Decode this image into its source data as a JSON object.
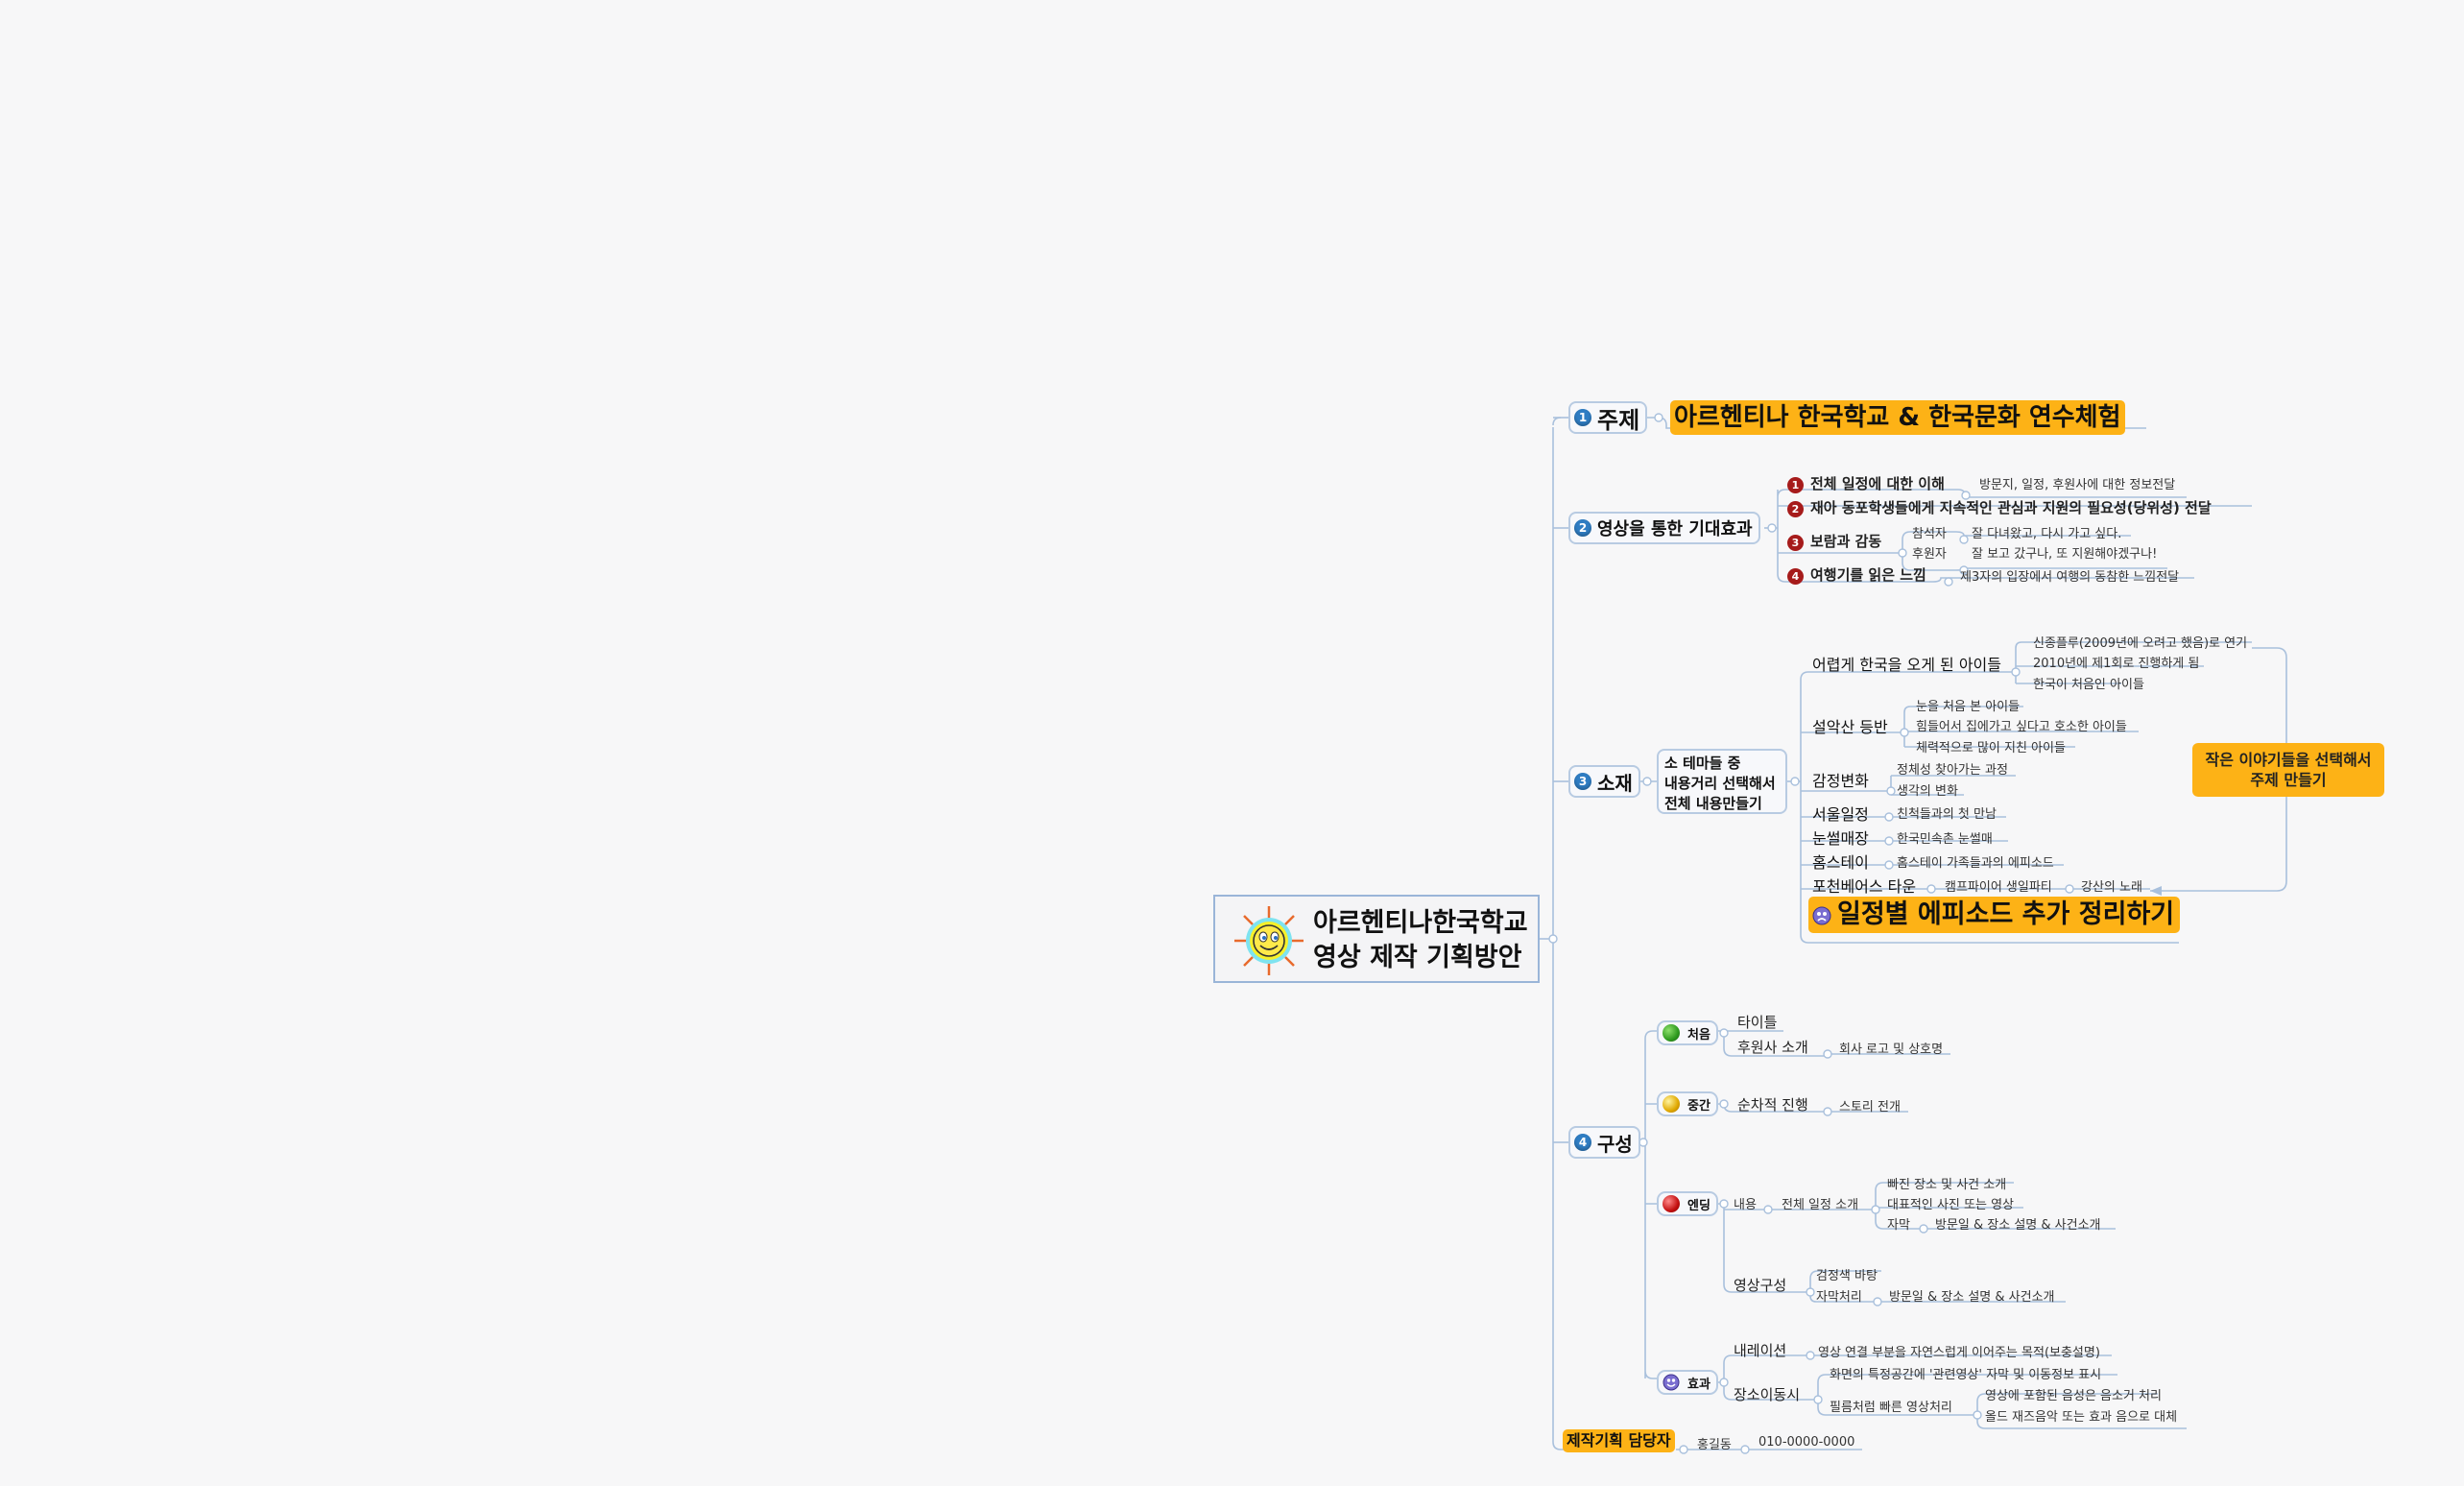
{
  "mindmap": {
    "root": {
      "line1": "아르헨티나한국학교",
      "line2": "영상 제작 기획방안",
      "icon": "smiling-sun-icon"
    },
    "topic1": {
      "num": "1",
      "label": "주제",
      "value": "아르헨티나 한국학교 & 한국문화 연수체험"
    },
    "topic2": {
      "num": "2",
      "label": "영상을 통한 기대효과",
      "items": [
        {
          "num": "1",
          "label": "전체 일정에 대한 이해",
          "detail": "방문지, 일정, 후원사에 대한 정보전달"
        },
        {
          "num": "2",
          "label": "재아 동포학생들에게 지속적인 관심과 지원의 필요성(당위성) 전달"
        },
        {
          "num": "3",
          "label": "보람과 감동",
          "children": [
            {
              "label": "참석자",
              "detail": "잘 다녀왔고, 다시 가고 싶다."
            },
            {
              "label": "후원자",
              "detail": "잘 보고 갔구나, 또 지원해야겠구나!"
            }
          ]
        },
        {
          "num": "4",
          "label": "여행기를 읽은 느낌",
          "detail": "제3자의 입장에서 여행의 동참한 느낌전달"
        }
      ]
    },
    "topic3": {
      "num": "3",
      "label": "소재",
      "box": {
        "line1": "소 테마들 중",
        "line2": "내용거리 선택해서",
        "line3": "전체 내용만들기"
      },
      "items": [
        {
          "label": "어렵게 한국을 오게 된 아이들",
          "children": [
            "신종플루(2009년에 오려고 했음)로 연기",
            "2010년에 제1회로 진행하게 됨",
            "한국이 처음인 아이들"
          ]
        },
        {
          "label": "설악산 등반",
          "children": [
            "눈을 처음 본 아이들",
            "힘들어서 집에가고 싶다고 호소한 아이들",
            "체력적으로 많이 지친 아이들"
          ]
        },
        {
          "label": "감정변화",
          "children": [
            "정체성 찾아가는 과정",
            "생각의 변화"
          ]
        },
        {
          "label": "서울일정",
          "children": [
            "친척들과의 첫 만남"
          ]
        },
        {
          "label": "눈썰매장",
          "children": [
            "한국민속촌 눈썰매"
          ]
        },
        {
          "label": "홈스테이",
          "children": [
            "홈스테이 가족들과의 에피소드"
          ]
        },
        {
          "label": "포천베어스 타운",
          "children": [
            "캠프파이어 생일파티"
          ],
          "grandchild": "강산의 노래"
        }
      ],
      "todo": {
        "label": "일정별 에피소드 추가 정리하기",
        "icon": "sad-face-icon"
      },
      "callout": {
        "line1": "작은 이야기들을 선택해서",
        "line2": "주제 만들기"
      }
    },
    "topic4": {
      "num": "4",
      "label": "구성",
      "phases": [
        {
          "label": "처음",
          "color": "#2e9a1e",
          "children": [
            {
              "label": "타이틀"
            },
            {
              "label": "후원사 소개",
              "detail": "회사 로고 및 상호명"
            }
          ]
        },
        {
          "label": "중간",
          "color": "#e0a800",
          "children": [
            {
              "label": "순차적 진행",
              "detail": "스토리 전개"
            }
          ]
        },
        {
          "label": "엔딩",
          "color": "#c41010",
          "content": {
            "label": "내용",
            "sub": "전체 일정 소개",
            "children": [
              "빠진 장소 및 사건 소개",
              "대표적인 사진 또는 영상",
              "자막"
            ],
            "caption_detail": "방문일 & 장소 설명 & 사건소개"
          },
          "composition": {
            "label": "영상구성",
            "children": [
              "검정색 바탕",
              "자막처리"
            ],
            "caption_detail": "방문일 & 장소 설명 & 사건소개"
          }
        },
        {
          "label": "효과",
          "icon": "smile-face-icon",
          "narration": {
            "label": "내레이션",
            "detail": "영상 연결 부분을 자연스럽게 이어주는 목적(보충설명)"
          },
          "move": {
            "label": "장소이동시",
            "children": [
              "화면의 특정공간에 '관련영상' 자막 및 이동정보 표시",
              "필름처럼 빠른 영상처리"
            ],
            "film_details": [
              "영상에 포함된 음성은 음소거 처리",
              "올드 재즈음악 또는 효과 음으로 대체"
            ]
          }
        }
      ]
    },
    "producer": {
      "label": "제작기획 담당자",
      "name": "홍길동",
      "phone": "010-0000-0000"
    }
  },
  "colors": {
    "highlight": "#fdb216",
    "line": "#a9c0dc",
    "number_blue": "#2f7dc3",
    "number_red": "#a61b1b"
  }
}
